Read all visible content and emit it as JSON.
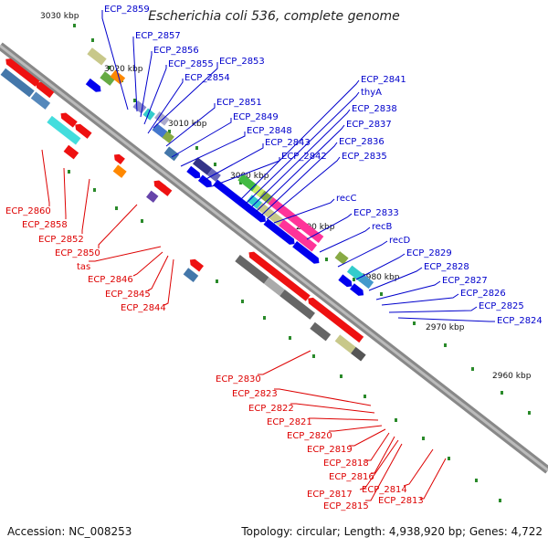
{
  "title": "Escherichia coli 536, complete genome",
  "footer": {
    "accession": "Accession: NC_008253",
    "topology": "Topology: circular; Length: 4,938,920 bp; Genes: 4,722"
  },
  "scale_labels": [
    "3030 kbp",
    "3020 kbp",
    "3010 kbp",
    "3000 kbp",
    "2990 kbp",
    "2980 kbp",
    "2970 kbp",
    "2960 kbp"
  ],
  "colors": {
    "backbone": "#888888",
    "forward_label": "#0000cc",
    "reverse_label": "#dd0000",
    "tick": "#2a8a2a"
  },
  "genes_forward": [
    "ECP_2859",
    "ECP_2857",
    "ECP_2856",
    "ECP_2855",
    "ECP_2853",
    "ECP_2854",
    "ECP_2851",
    "ECP_2849",
    "ECP_2848",
    "ECP_2843",
    "ECP_2842",
    "ECP_2841",
    "thyA",
    "ECP_2838",
    "ECP_2837",
    "ECP_2836",
    "ECP_2835",
    "recC",
    "ECP_2833",
    "recB",
    "recD",
    "ECP_2829",
    "ECP_2828",
    "ECP_2827",
    "ECP_2826",
    "ECP_2825",
    "ECP_2824"
  ],
  "genes_reverse": [
    "ECP_2860",
    "ECP_2858",
    "ECP_2852",
    "ECP_2850",
    "tas",
    "ECP_2846",
    "ECP_2845",
    "ECP_2844",
    "ECP_2830",
    "ECP_2823",
    "ECP_2822",
    "ECP_2821",
    "ECP_2820",
    "ECP_2819",
    "ECP_2818",
    "ECP_2816",
    "ECP_2817",
    "ECP_2814",
    "ECP_2815",
    "ECP_2813"
  ]
}
